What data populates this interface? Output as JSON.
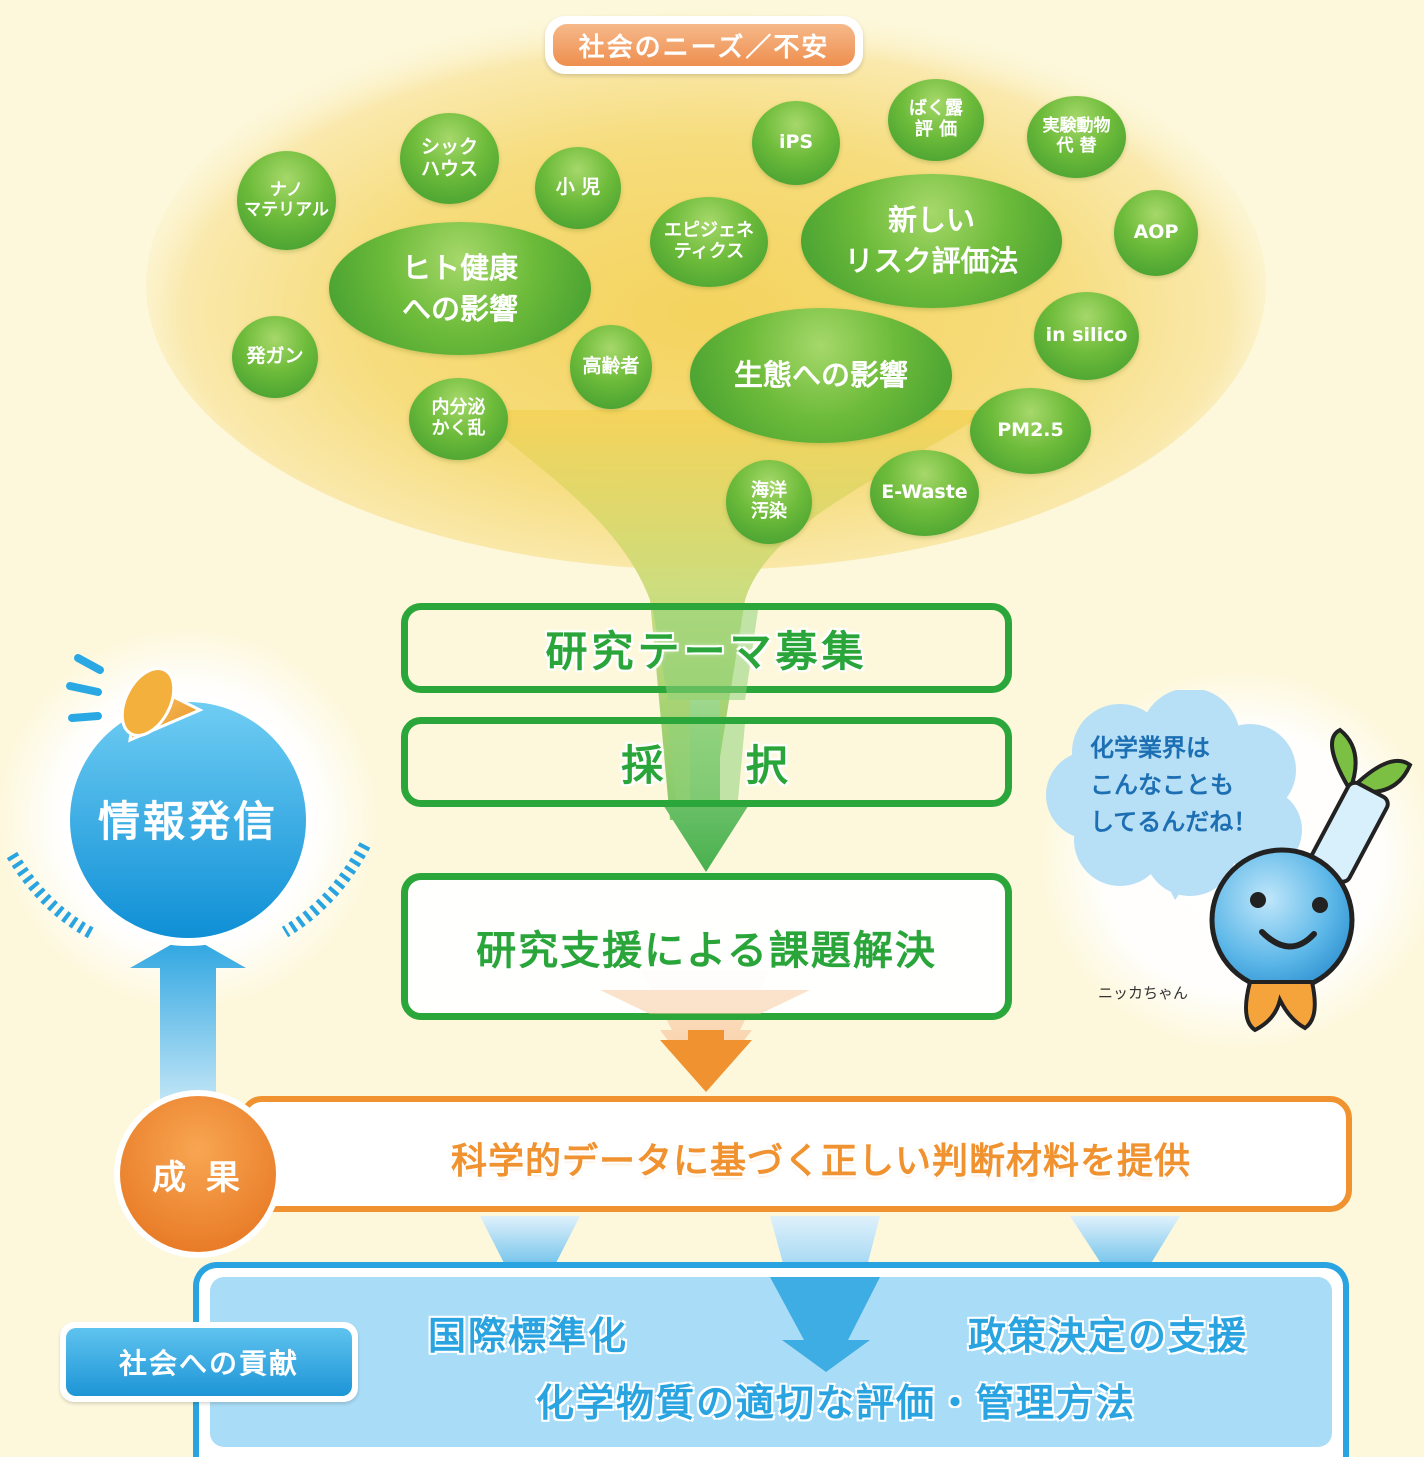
{
  "needs_label": "社会のニーズ／不安",
  "bubbles": {
    "nano": "ナノ\nマテリアル",
    "sick_house": "シック\nハウス",
    "child": "小 児",
    "hito": "ヒト健康\nへの影響",
    "gan": "発ガン",
    "elderly": "高齢者",
    "endocrine": "内分泌\nかく乱",
    "epigenetics": "エピジェネ\nティクス",
    "ips": "iPS",
    "exposure": "ばく露\n評 価",
    "animal_alt": "実験動物\n代 替",
    "new_risk": "新しい\nリスク評価法",
    "aop": "AOP",
    "insilico": "in silico",
    "eco": "生態への影響",
    "pm25": "PM2.5",
    "ocean": "海洋\n汚染",
    "ewaste": "E-Waste"
  },
  "steps": {
    "recruit": "研究テーマ募集",
    "adopt": "採 択",
    "solve": "研究支援による課題解決"
  },
  "info": {
    "label": "情報発信"
  },
  "result": {
    "label": "成 果",
    "text": "科学的データに基づく正しい判断材料を提供"
  },
  "contribution": {
    "label": "社会への貢献",
    "item1": "国際標準化",
    "item2": "政策決定の支援",
    "item3": "化学物質の適切な評価・管理方法"
  },
  "mascot": {
    "speech": "化学業界は\nこんなことも\nしてるんだね！",
    "name": "ニッカちゃん"
  },
  "colors": {
    "green": "#2aa53a",
    "orange": "#f0922f",
    "blue": "#2aa4e0"
  }
}
